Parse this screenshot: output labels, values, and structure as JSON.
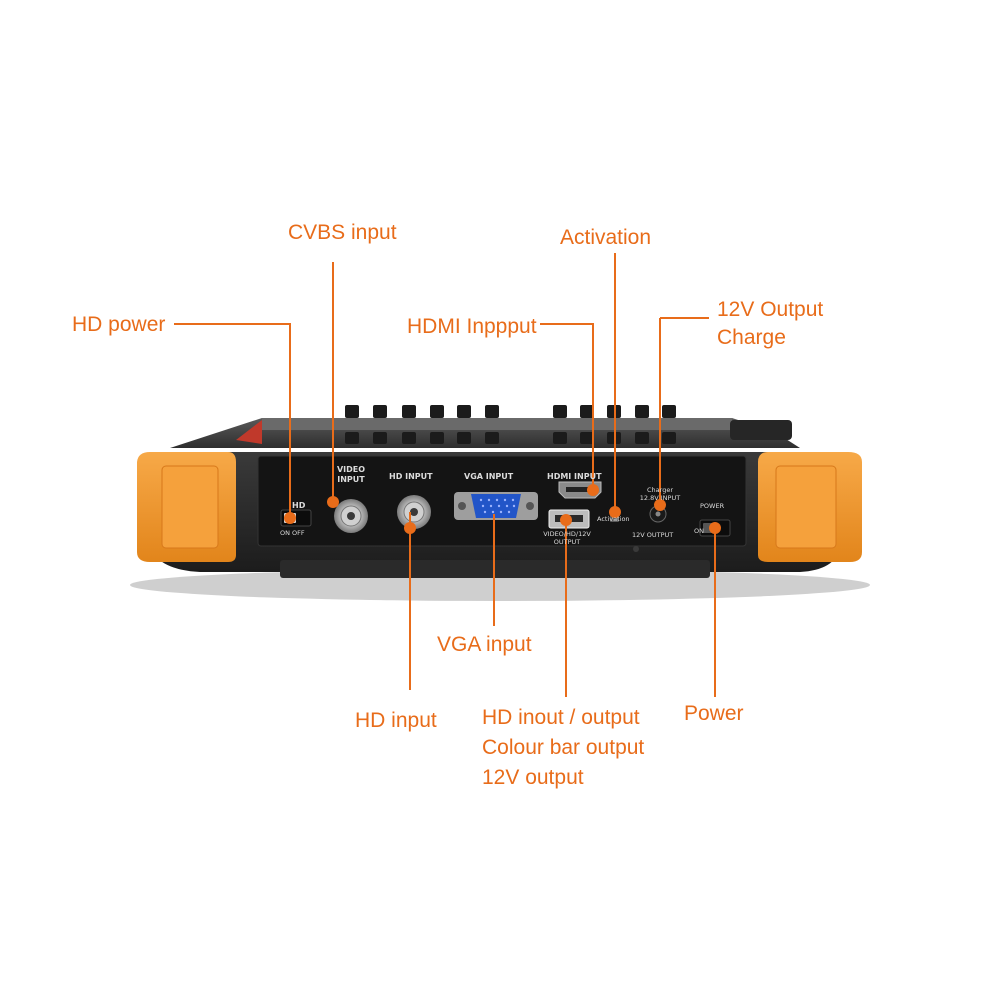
{
  "colors": {
    "accent": "#E86C1A",
    "bumper": "#F39A2C",
    "panel": "#141414",
    "body": "#2b2b2b",
    "vga_port": "#2255C8"
  },
  "callouts": {
    "hd_power": "HD power",
    "cvbs_input": "CVBS input",
    "hdmi_input": "HDMI Inppput",
    "activation": "Activation",
    "output_12v_line1": "12V Output",
    "output_12v_line2": "Charge",
    "vga_input": "VGA input",
    "hd_input": "HD input",
    "hd_io_line1": "HD inout / output",
    "hd_io_line2": "Colour bar output",
    "hd_io_line3": "12V output",
    "power": "Power"
  },
  "panel_labels": {
    "hd": "HD",
    "on_off": "ON  OFF",
    "video_input_line1": "VIDEO",
    "video_input_line2": "INPUT",
    "hd_input": "HD INPUT",
    "vga_input": "VGA INPUT",
    "hdmi_input": "HDMI INPUT",
    "activation": "Activation",
    "charger_line1": "Charger",
    "charger_line2": "12.8V INPUT",
    "output_12v": "12V OUTPUT",
    "video_out": "VIDEO/HD/12V",
    "video_out_line2": "OUTPUT",
    "power": "POWER",
    "power_on": "ON"
  }
}
